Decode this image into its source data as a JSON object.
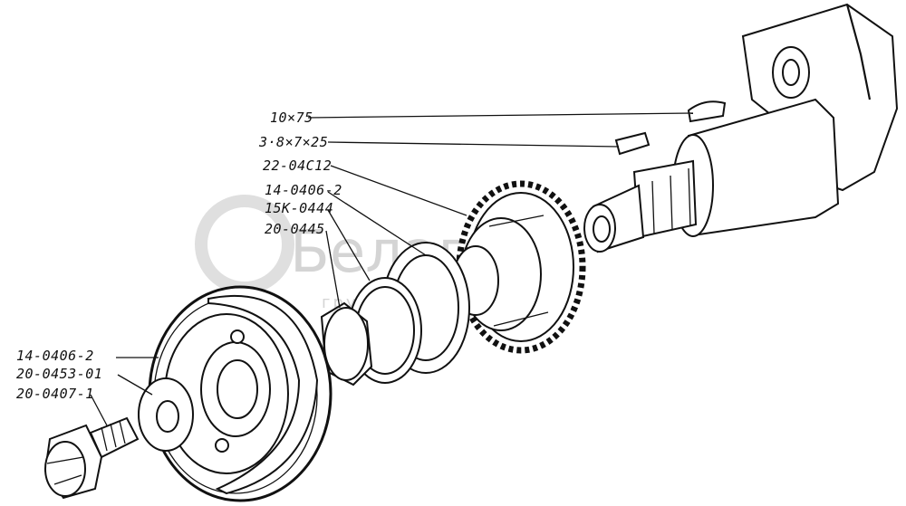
{
  "diagram": {
    "labels": {
      "key_10x75": "10×75",
      "key_3_8_7_25": "3·8×7×25",
      "gear_22_04c12": "22-04C12",
      "ring_14_0406_2_top": "14-0406-2",
      "ring_15k_0444": "15K-0444",
      "nut_20_0445": "20-0445",
      "pulley_14_0406_2": "14-0406-2",
      "washer_20_0453_01": "20-0453-01",
      "bolt_20_0407_1": "20-0407-1"
    },
    "watermark": {
      "brand": "Белагро",
      "subtitle": "группа компаний"
    }
  }
}
